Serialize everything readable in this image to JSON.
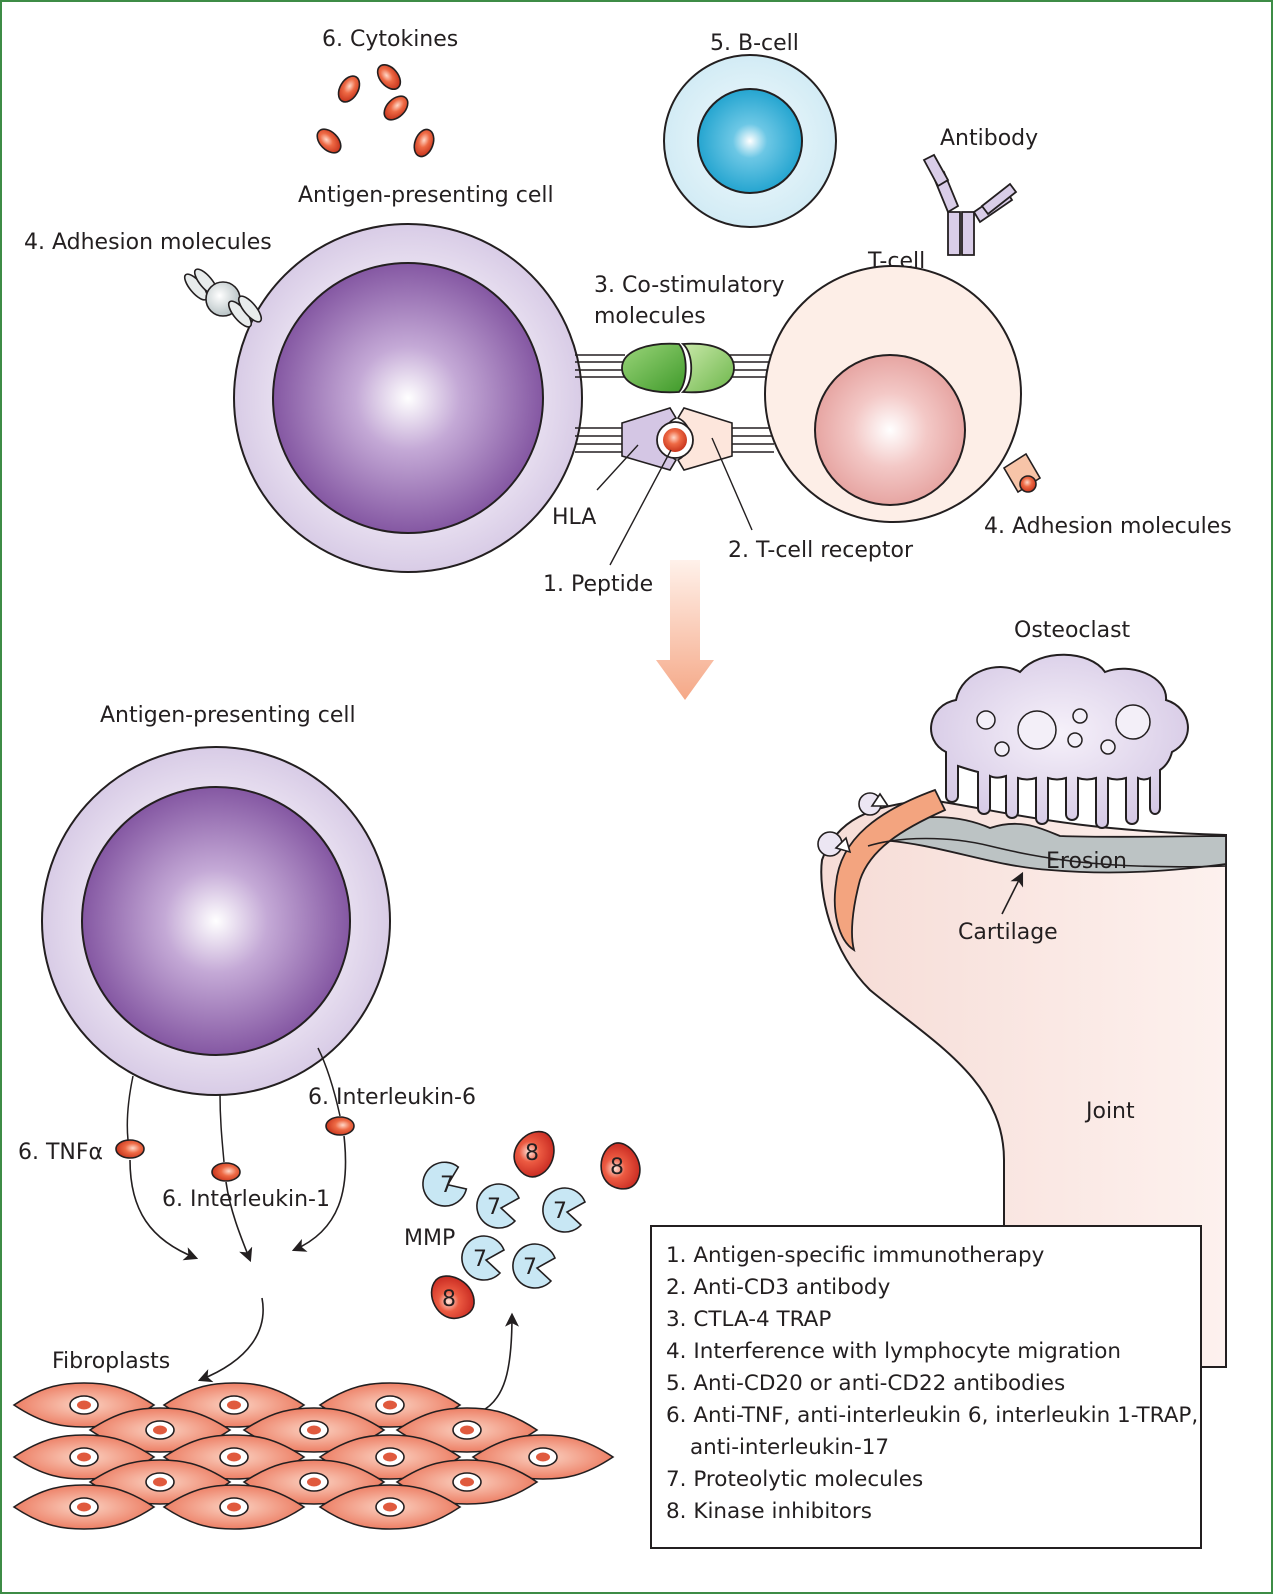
{
  "colors": {
    "frame": "#3d8c46",
    "apc_outer": "#ddd3ea",
    "apc_inner": "#8a5ca8",
    "tcell_outer": "#fdeee7",
    "tcell_inner": "#e8a9a6",
    "bcell_outer": "#dcf1f8",
    "bcell_inner": "#29a9d2",
    "costim": "#55a83a",
    "cytokine": "#e0502f",
    "mmp": "#c8e7f4",
    "kinase": "#d9352b",
    "fibroblast": "#ef7a5f",
    "cartilage": "#f3a47f",
    "erosion": "#bcc3c4",
    "joint": "#fcede9",
    "osteoclast": "#ddd5ea",
    "arrow_peach": "#f7b698"
  },
  "top": {
    "cytokines_label": "6. Cytokines",
    "bcell_label": "5. B-cell",
    "antibody_label": "Antibody",
    "apc_label": "Antigen-presenting cell",
    "adhesion_left_label": "4. Adhesion molecules",
    "tcell_label": "T-cell",
    "costim_label_line1": "3. Co-stimulatory",
    "costim_label_line2": "molecules",
    "hla_label": "HLA",
    "peptide_label": "1. Peptide",
    "tcr_label": "2. T-cell receptor",
    "adhesion_right_label": "4. Adhesion molecules"
  },
  "bottom": {
    "apc_label": "Antigen-presenting cell",
    "tnf_label": "6. TNFα",
    "il1_label": "6. Interleukin-1",
    "il6_label": "6. Interleukin-6",
    "fibroblasts_label": "Fibroplasts",
    "mmp_label": "MMP",
    "mmp_number": "7",
    "kinase_number": "8",
    "osteoclast_label": "Osteoclast",
    "erosion_label": "Erosion",
    "cartilage_label": "Cartilage",
    "joint_label": "Joint"
  },
  "legend": {
    "items": [
      "1. Antigen-specific immunotherapy",
      "2. Anti-CD3 antibody",
      "3. CTLA-4 TRAP",
      "4. Interference with lymphocyte migration",
      "5. Anti-CD20 or anti-CD22 antibodies",
      "6. Anti-TNF, anti-interleukin 6, interleukin 1-TRAP,",
      "anti-interleukin-17",
      "7. Proteolytic molecules",
      "8. Kinase inhibitors"
    ]
  }
}
